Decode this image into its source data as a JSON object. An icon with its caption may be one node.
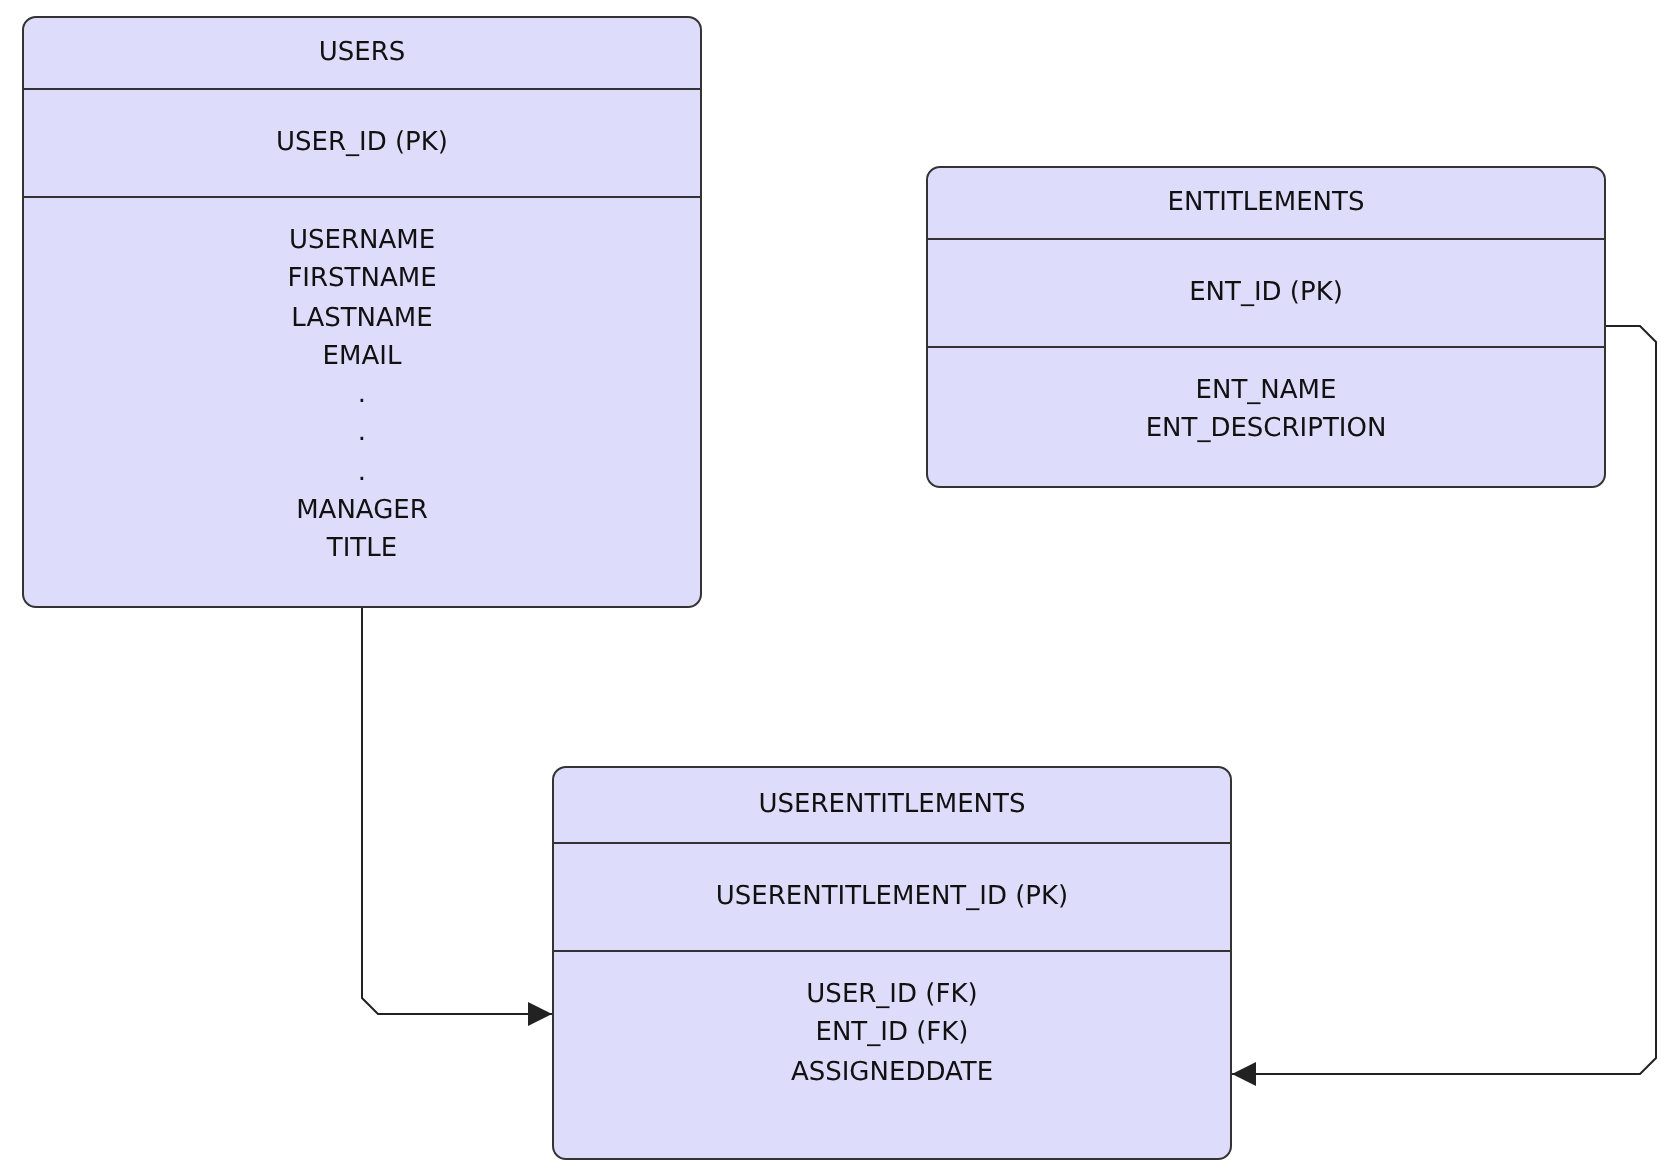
{
  "diagram": {
    "nodes": [
      {
        "text": [
          "USERS",
          "USER_ID (PK)",
          "USERNAME",
          "FIRSTNAME",
          "LASTNAME",
          "EMAIL",
          ".",
          ".",
          ".",
          "MANAGER",
          "TITLE"
        ]
      },
      {
        "text": [
          "ENTITLEMENTS",
          "ENT_ID (PK)",
          "ENT_NAME",
          "ENT_DESCRIPTION"
        ]
      },
      {
        "text": [
          "USERENTITLEMENTS",
          "USERENTITLEMENT_ID (PK)",
          "USER_ID (FK)",
          "ENT_ID (FK)",
          "ASSIGNEDDATE"
        ]
      }
    ],
    "edges": [
      {
        "from": 0,
        "to": 2,
        "arrow": "to"
      },
      {
        "from": 1,
        "to": 2,
        "arrow": "to"
      }
    ]
  }
}
